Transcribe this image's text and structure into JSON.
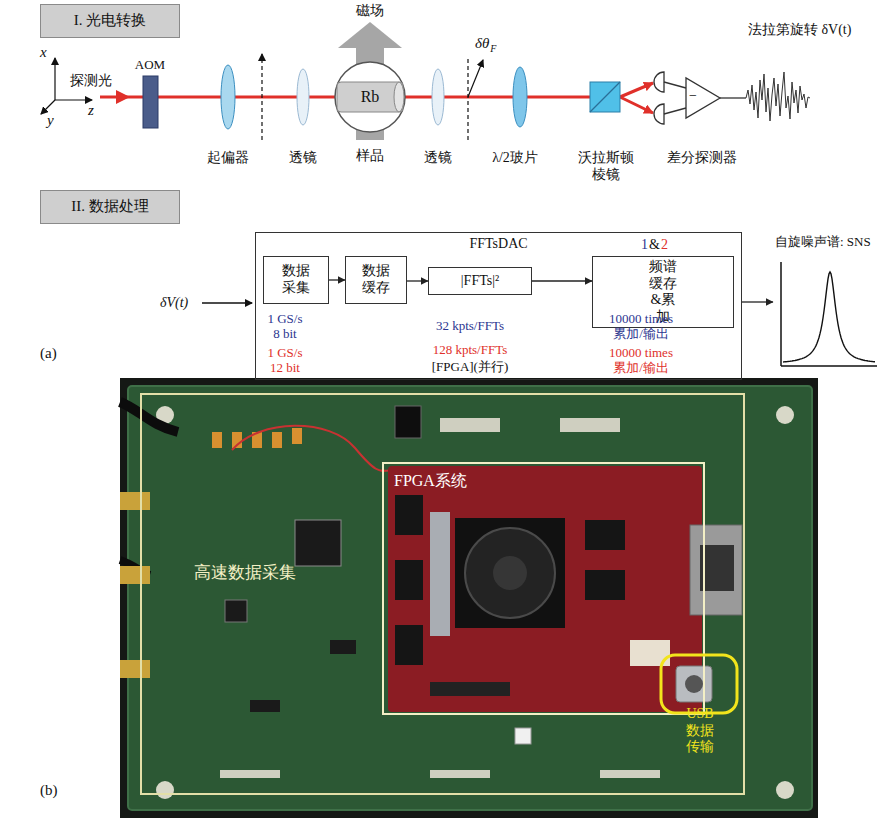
{
  "diagram": {
    "nodes": [
      {
        "text": [
          "I. 光电转换"
        ]
      },
      {
        "text": [
          "Rb"
        ]
      },
      {
        "text": [
          "II. 数据处理"
        ]
      },
      {
        "text": [
          "FFTsDAC"
        ]
      },
      {
        "text": [
          "数据 采集"
        ],
        "in": 3
      },
      {
        "text": [
          "数据 缓存"
        ],
        "in": 3
      },
      {
        "text": [
          "|FFTs|²"
        ],
        "in": 3
      },
      {
        "text": [
          "频谱 缓存&累加"
        ],
        "in": 3
      },
      {
        "text": [
          "自旋噪声谱: SNS"
        ]
      },
      {
        "text": [
          "高速数据采集"
        ]
      },
      {
        "text": [
          "FPGA系统"
        ],
        "in": 9
      },
      {
        "text": [
          "USB 数据传输"
        ],
        "in": 9
      }
    ],
    "edges": [
      {
        "from": 4,
        "to": 5,
        "arrow": "to"
      },
      {
        "from": 5,
        "to": 6,
        "arrow": "to"
      },
      {
        "from": 6,
        "to": 7,
        "arrow": "to"
      },
      {
        "from": 3,
        "to": 8,
        "arrow": "to"
      }
    ],
    "labels": [
      "x",
      "y",
      "z",
      "探测光",
      "AOM",
      "磁场",
      "起偏器",
      "透镜",
      "样品",
      "透镜",
      "δθ",
      "F",
      "λ/2玻片",
      "沃拉斯顿 棱镜",
      "差分探测器",
      "−",
      "法拉第旋转 δV(t)",
      "δV(t)",
      "1",
      "&",
      "2",
      "1 GS/s 8 bit",
      "32 kpts/FFTs",
      "10000 times 累加/输出",
      "1 GS/s 12 bit",
      "128 kpts/FFTs",
      "10000 times 累加/输出",
      "[FPGA](并行)",
      "(a)",
      "(b)"
    ]
  }
}
